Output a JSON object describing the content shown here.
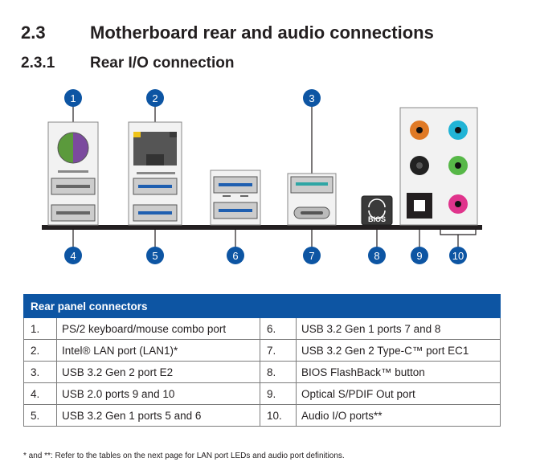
{
  "section": {
    "number": "2.3",
    "title": "Motherboard rear and audio connections"
  },
  "subsection": {
    "number": "2.3.1",
    "title": "Rear I/O connection"
  },
  "diagram": {
    "callouts_top": [
      "1",
      "2",
      "3"
    ],
    "callouts_bottom": [
      "4",
      "5",
      "6",
      "7",
      "8",
      "9",
      "10"
    ],
    "bios_label": "BIOS",
    "audio_jack_colors": [
      "#e07a26",
      "#21b4d6",
      "#222222",
      "#57b848",
      "#231f20",
      "#e0348c"
    ],
    "accent_color": "#0d55a3"
  },
  "table": {
    "header": "Rear panel connectors",
    "rows": [
      {
        "n1": "1.",
        "t1": "PS/2 keyboard/mouse combo port",
        "n2": "6.",
        "t2": "USB 3.2 Gen 1 ports 7 and 8"
      },
      {
        "n1": "2.",
        "t1": "Intel® LAN port (LAN1)*",
        "n2": "7.",
        "t2": "USB 3.2 Gen 2 Type-C™ port EC1"
      },
      {
        "n1": "3.",
        "t1": "USB 3.2 Gen 2 port E2",
        "n2": "8.",
        "t2": "BIOS FlashBack™ button"
      },
      {
        "n1": "4.",
        "t1": "USB 2.0 ports 9 and 10",
        "n2": "9.",
        "t2": "Optical S/PDIF Out port"
      },
      {
        "n1": "5.",
        "t1": "USB 3.2 Gen 1 ports 5 and 6",
        "n2": "10.",
        "t2": "Audio I/O ports**"
      }
    ]
  },
  "footnote": "* and **: Refer to the tables on the next page for LAN port LEDs and audio port definitions."
}
